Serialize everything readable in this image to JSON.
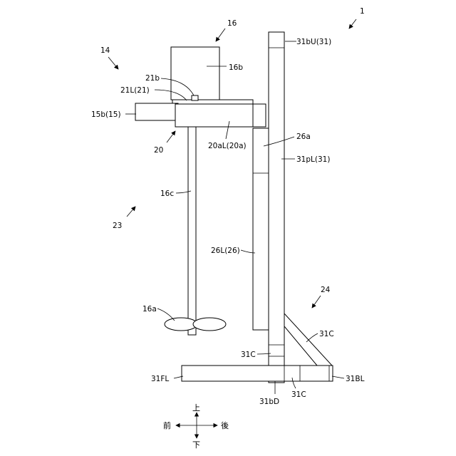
{
  "labels": {
    "ref_1": "1",
    "ref_14": "14",
    "ref_16": "16",
    "ref_16b": "16b",
    "ref_21b": "21b",
    "ref_21L": "21L(21)",
    "ref_15b": "15b(15)",
    "ref_20": "20",
    "ref_20aL": "20aL(20a)",
    "ref_26a": "26a",
    "ref_31bU": "31bU(31)",
    "ref_31pL": "31pL(31)",
    "ref_16c": "16c",
    "ref_23": "23",
    "ref_26L": "26L(26)",
    "ref_24": "24",
    "ref_16a": "16a",
    "ref_31C_right": "31C",
    "ref_31C_left": "31C",
    "ref_31C_bottom": "31C",
    "ref_31FL": "31FL",
    "ref_31BL": "31BL",
    "ref_31bD": "31bD"
  },
  "compass": {
    "up": "上",
    "down": "下",
    "front": "前",
    "back": "後"
  }
}
